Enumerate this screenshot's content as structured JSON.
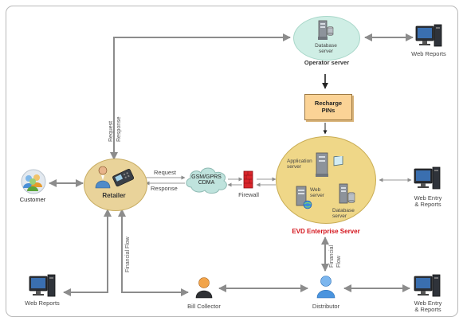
{
  "operator": {
    "database_label": "Database server",
    "title": "Operator server"
  },
  "recharge": {
    "line1": "Recharge",
    "line2": "PINs"
  },
  "evd": {
    "title": "EVD Enterprise Server",
    "application_label": "Application server",
    "web_label": "Web server",
    "database_label": "Database server"
  },
  "network": {
    "label_line1": "GSM/GPRS",
    "label_line2": "CDMA"
  },
  "firewall": {
    "label": "Firewall"
  },
  "retailer": {
    "label": "Retailer"
  },
  "customer": {
    "label": "Customer"
  },
  "bill_collector": {
    "label": "Bill Collector"
  },
  "distributor": {
    "label": "Distributor"
  },
  "web_reports_top": {
    "label": "Web Reports"
  },
  "web_entry_mid": {
    "line1": "Web Entry",
    "line2": "& Reports"
  },
  "web_entry_bottom": {
    "line1": "Web Entry",
    "line2": "& Reports"
  },
  "web_reports_bottom": {
    "label": "Web Reports"
  },
  "edges": {
    "request": "Request",
    "response": "Response",
    "request_vertical": "Request",
    "response_vertical": "Response",
    "financial_flow_left": "Financial Flow",
    "financial_flow_right_1": "Financial",
    "financial_flow_right_2": "Flow"
  },
  "colors": {
    "wire": "#8c8c8c",
    "operator_ellipse": "#cfeee5",
    "evd_ellipse": "#efd788",
    "network_cloud": "#bfe3dd",
    "pins_fill": "#fbd396",
    "evd_title": "#d4131b"
  },
  "icons": {
    "server": "server-icon",
    "monitor": "pc-monitor-icon",
    "person": "person-icon",
    "firewall": "firewall-icon"
  }
}
